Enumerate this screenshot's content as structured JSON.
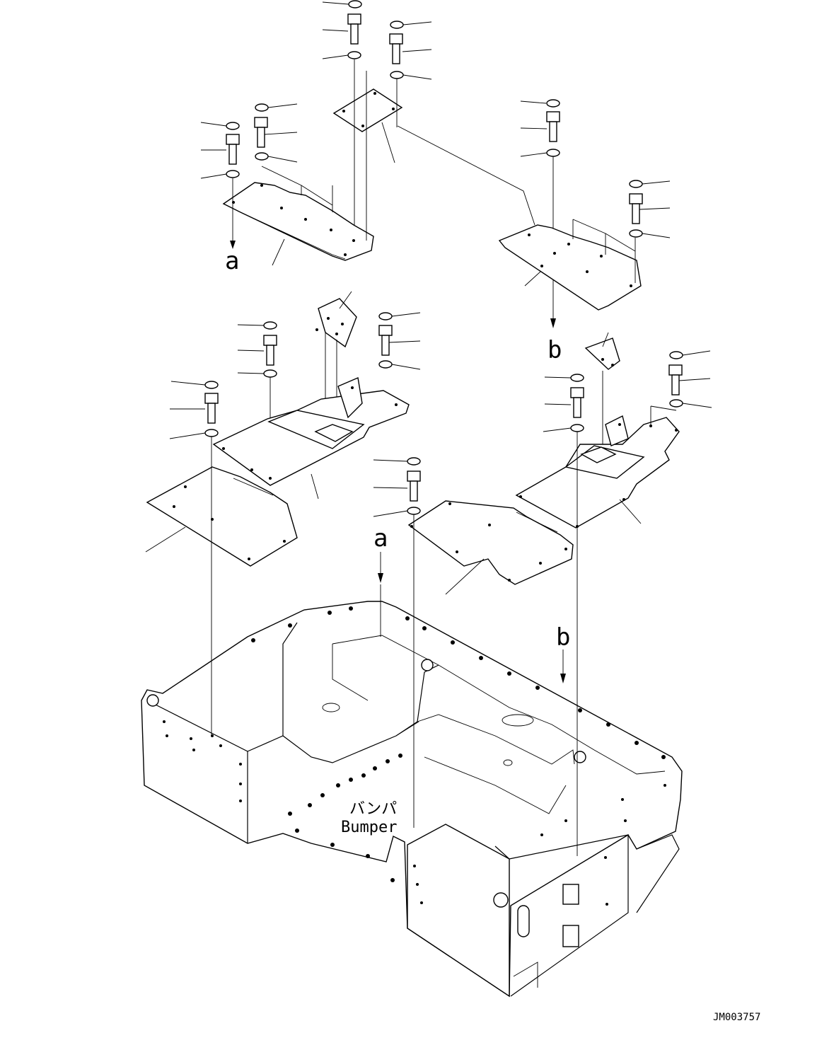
{
  "diagram": {
    "callout_letters": {
      "a_top_left": "a",
      "b_top_right": "b",
      "a_bottom": "a",
      "b_bottom": "b"
    },
    "bumper_label_jp": "バンパ",
    "bumper_label_en": "Bumper",
    "drawing_number": "JM003757"
  }
}
